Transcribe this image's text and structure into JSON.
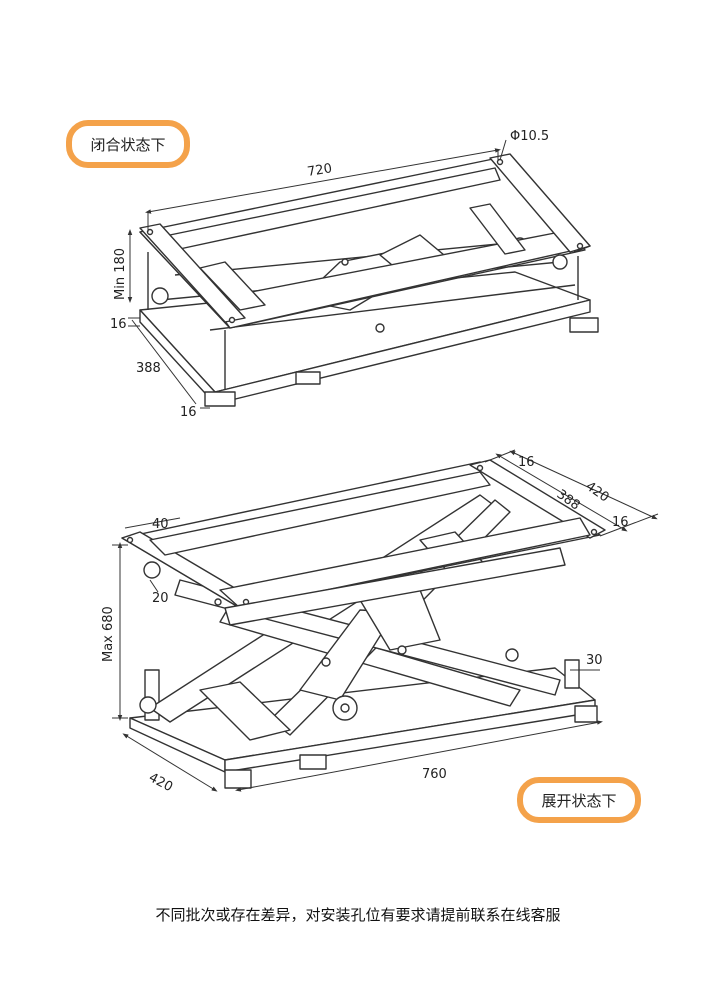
{
  "labels": {
    "closed_state": "闭合状态下",
    "open_state": "展开状态下",
    "footnote": "不同批次或存在差异，对安装孔位有要求请提前联系在线客服"
  },
  "dimensions": {
    "closed": {
      "length": "720",
      "hole": "Φ10.5",
      "min_height": "Min 180",
      "thickness_left": "16",
      "width": "388",
      "thickness_bottom": "16"
    },
    "open": {
      "top_thickness": "16",
      "top_width_outer": "420",
      "top_width_inner": "388",
      "top_right": "16",
      "left_40": "40",
      "wheel_20": "20",
      "max_height": "Max 680",
      "right_30": "30",
      "base_width": "420",
      "base_length": "760"
    }
  },
  "colors": {
    "accent": "#f4a24a",
    "line": "#333333",
    "frame": "#ffffff"
  }
}
